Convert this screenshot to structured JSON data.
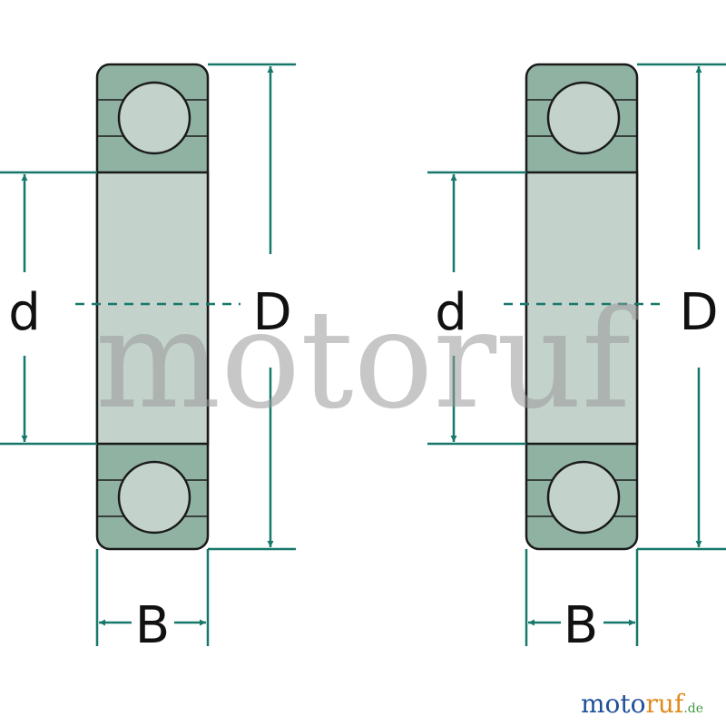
{
  "colors": {
    "dimension_line": "#17786a",
    "bearing_outline": "#1a1a1a",
    "ring_fill": "#8fb2a3",
    "bore_fill": "#c3d3cb",
    "ball_fill": "#c3d3cb",
    "watermark": "#9a9a9a",
    "logo_blue": "#1e4f99",
    "logo_orange": "#e08a1b",
    "logo_green": "#3f9b42"
  },
  "diagram": {
    "left_bearing": {
      "inner_diameter_label": "d",
      "outer_diameter_label": "D",
      "width_label": "B"
    },
    "right_bearing": {
      "inner_diameter_label": "d",
      "outer_diameter_label": "D",
      "width_label": "B"
    }
  },
  "watermark": {
    "text": "motoruf"
  },
  "logo": {
    "text_moto": "moto",
    "text_ruf": "ruf",
    "text_suffix": ".de"
  }
}
